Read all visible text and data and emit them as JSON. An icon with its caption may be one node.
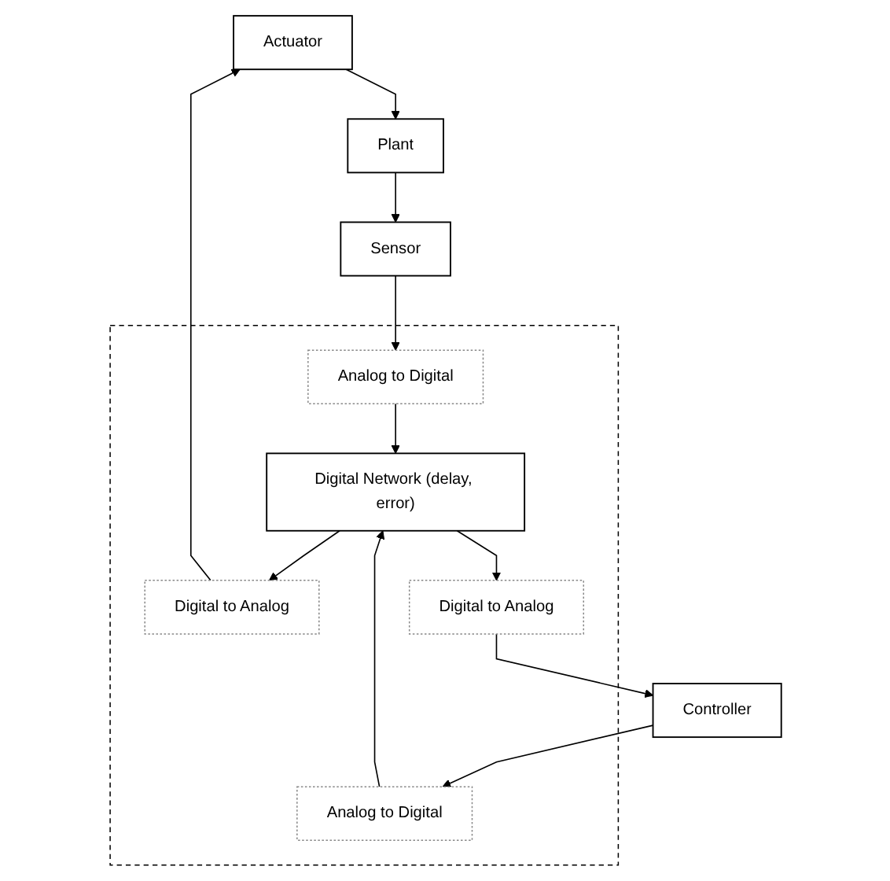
{
  "diagram": {
    "nodes": [
      {
        "text": [
          "Actuator"
        ]
      },
      {
        "text": [
          "Plant"
        ]
      },
      {
        "text": [
          "Sensor"
        ]
      },
      {
        "text": [],
        "shape": "box"
      },
      {
        "text": [
          "Digital to Analog"
        ],
        "in": 3
      },
      {
        "text": [
          "Analog to Digital"
        ],
        "in": 3
      },
      {
        "text": [
          "Digital Network (delay, error)"
        ],
        "in": 3
      },
      {
        "text": [
          "Analog to Digital"
        ],
        "in": 3
      },
      {
        "text": [
          "Digital to Analog"
        ],
        "in": 3
      },
      {
        "text": [
          "Controller"
        ]
      }
    ],
    "edges": [
      {
        "from": 0,
        "to": 1,
        "arrow": "to"
      },
      {
        "from": 1,
        "to": 2,
        "arrow": "to"
      },
      {
        "from": 2,
        "to": 5,
        "arrow": "to"
      },
      {
        "from": 5,
        "to": 6,
        "arrow": "to"
      },
      {
        "from": 6,
        "to": 8,
        "arrow": "to"
      },
      {
        "from": 8,
        "to": 9,
        "arrow": "to"
      },
      {
        "from": 9,
        "to": 7,
        "arrow": "to"
      },
      {
        "from": 7,
        "to": 6,
        "arrow": "to"
      },
      {
        "from": 6,
        "to": 4,
        "arrow": "to"
      },
      {
        "from": 4,
        "to": 0,
        "arrow": "to"
      }
    ]
  }
}
